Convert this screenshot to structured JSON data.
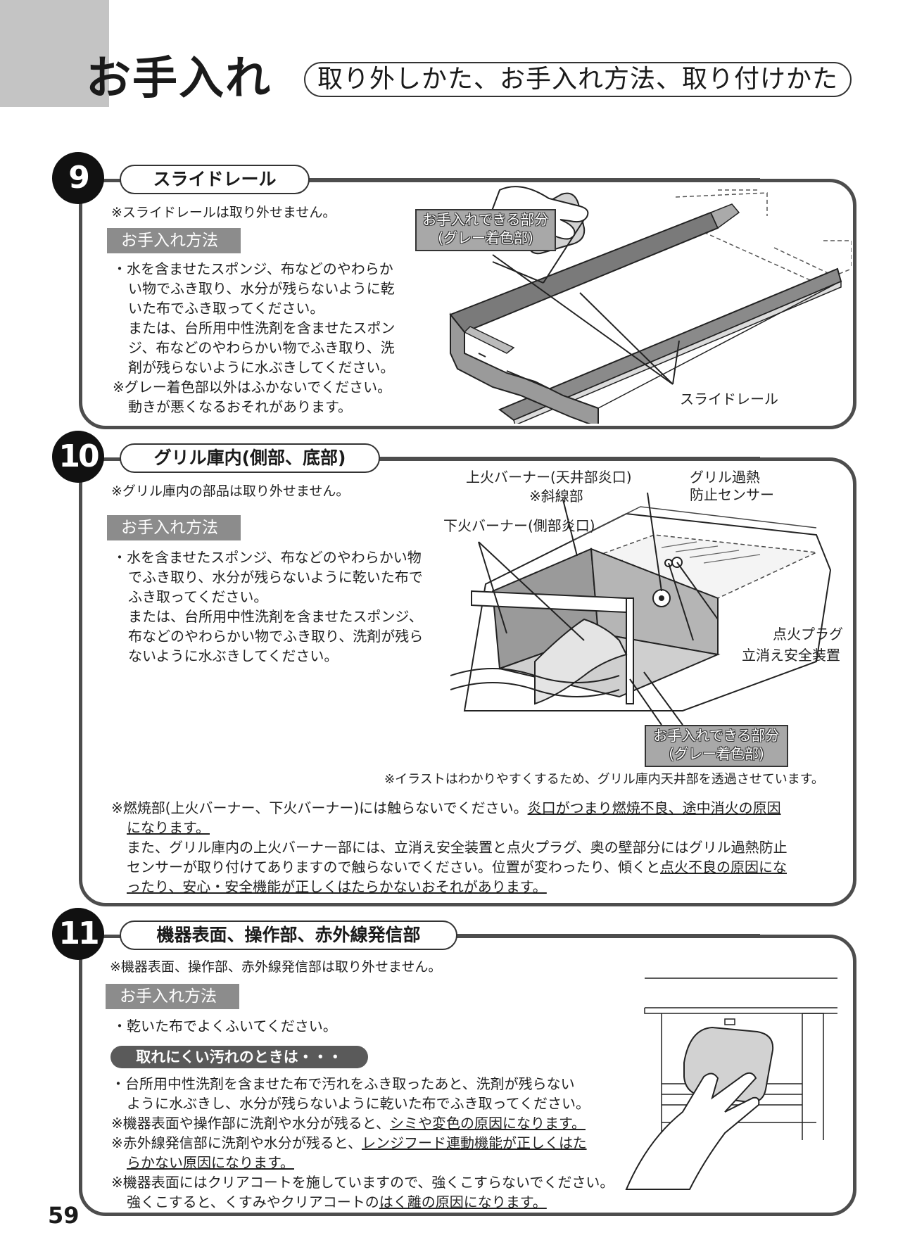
{
  "header": {
    "title": "お手入れ",
    "subtitle": "取り外しかた、お手入れ方法、取り付けかた"
  },
  "section9": {
    "number": "9",
    "heading": "スライドレール",
    "note": "※スライドレールは取り外せません。",
    "method_label": "お手入れ方法",
    "lines": [
      "・水を含ませたスポンジ、布などのやわらか",
      "い物でふき取り、水分が残らないように乾",
      "いた布でふき取ってください。",
      "または、台所用中性洗剤を含ませたスポン",
      "ジ、布などのやわらかい物でふき取り、洗",
      "剤が残らないように水ぶきしてください。",
      "※グレー着色部以外はふかないでください。",
      "動きが悪くなるおそれがあります。"
    ],
    "callout": [
      "お手入れできる部分",
      "(グレー着色部)"
    ],
    "rail_label": "スライドレール"
  },
  "section10": {
    "number": "10",
    "heading": "グリル庫内(側部、底部)",
    "note": "※グリル庫内の部品は取り外せません。",
    "method_label": "お手入れ方法",
    "lines": [
      "・水を含ませたスポンジ、布などのやわらかい物",
      "でふき取り、水分が残らないように乾いた布で",
      "ふき取ってください。",
      "または、台所用中性洗剤を含ませたスポンジ、",
      "布などのやわらかい物でふき取り、洗剤が残ら",
      "ないように水ぶきしてください。"
    ],
    "labels": {
      "upper_burner": "上火バーナー(天井部炎口)",
      "hatched": "※斜線部",
      "lower_burner": "下火バーナー(側部炎口)",
      "sensor_1": "グリル過熱",
      "sensor_2": "防止センサー",
      "ignition_plug": "点火プラグ",
      "safety_device": "立消え安全装置"
    },
    "callout": [
      "お手入れできる部分",
      "(グレー着色部)"
    ],
    "illus_note": "※イラストはわかりやすくするため、グリル庫内天井部を透過させています。",
    "warning": {
      "l1_a": "※燃焼部(上火バーナー、下火バーナー)には触らないでください。",
      "l1_u": "炎口がつまり燃焼不良、途中消火の原因",
      "l2_u": "になります。",
      "l3": "また、グリル庫内の上火バーナー部には、立消え安全装置と点火プラグ、奥の壁部分にはグリル過熱防止",
      "l4_a": "センサーが取り付けてありますので触らないでください。位置が変わったり、傾くと",
      "l4_u": "点火不良の原因にな",
      "l5_u": "ったり、安心・安全機能が正しくはたらかないおそれがあります。"
    }
  },
  "section11": {
    "number": "11",
    "heading": "機器表面、操作部、赤外線発信部",
    "note": "※機器表面、操作部、赤外線発信部は取り外せません。",
    "method_label": "お手入れ方法",
    "line1": "・乾いた布でよくふいてください。",
    "tough_label": "取れにくい汚れのときは・・・",
    "t1": "・台所用中性洗剤を含ませた布で汚れをふき取ったあと、洗剤が残らない",
    "t2": "ように水ぶきし、水分が残らないように乾いた布でふき取ってください。",
    "t3_a": "※機器表面や操作部に洗剤や水分が残ると、",
    "t3_u": "シミや変色の原因になります。",
    "t4_a": "※赤外線発信部に洗剤や水分が残ると、",
    "t4_u": "レンジフード連動機能が正しくはた",
    "t5_u": "らかない原因になります。",
    "t6": "※機器表面にはクリアコートを施していますので、強くこすらないでください。",
    "t7_a": "強くこすると、くすみやクリアコートの",
    "t7_u": "はく離の原因になります。"
  },
  "footer": {
    "page_number": "59"
  },
  "colors": {
    "frame": "#4d4d4d",
    "label_bg": "#8c8c8c",
    "header_block": "#c4c4c4"
  }
}
